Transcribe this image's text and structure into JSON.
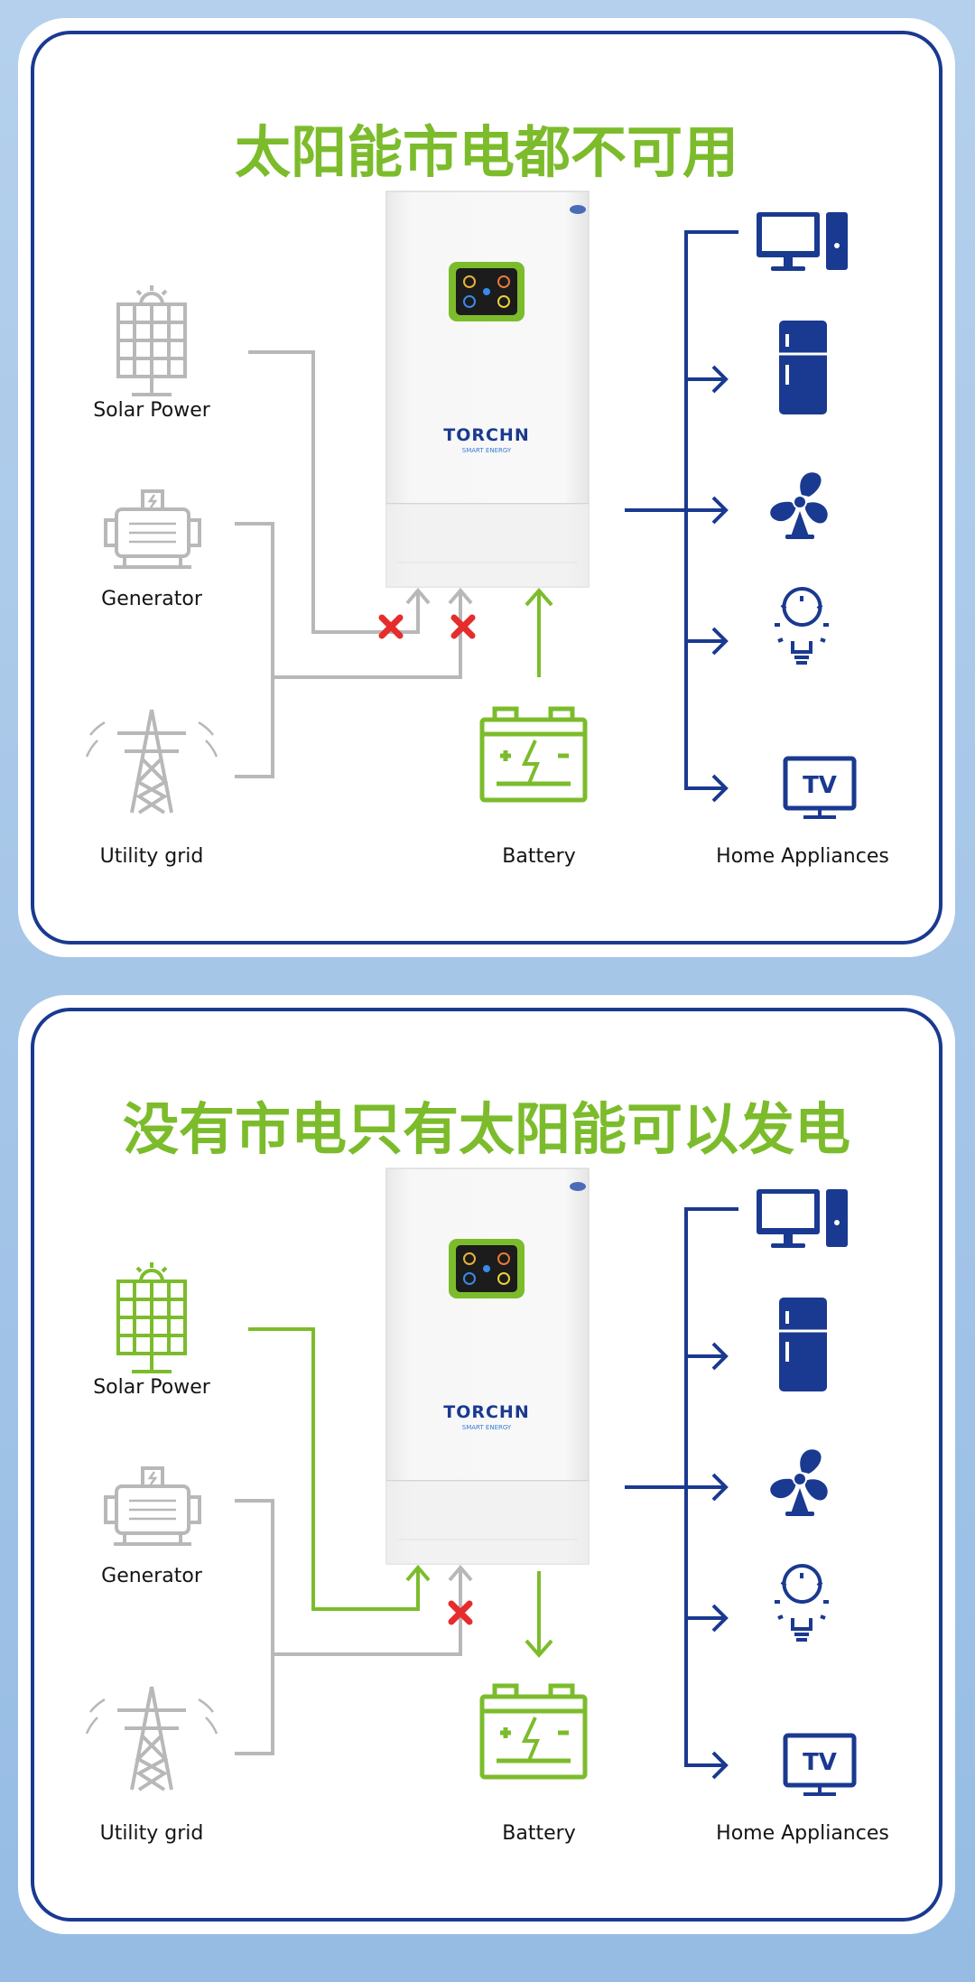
{
  "panels": [
    {
      "title": "太阳能市电都不可用",
      "labels": {
        "solar": "Solar Power",
        "generator": "Generator",
        "grid": "Utility grid",
        "battery": "Battery",
        "appliances": "Home Appliances"
      },
      "inverter": {
        "brand": "TORCHN",
        "tagline": "SMART ENERGY"
      },
      "tv_text": "TV"
    },
    {
      "title": "没有市电只有太阳能可以发电",
      "labels": {
        "solar": "Solar Power",
        "generator": "Generator",
        "grid": "Utility grid",
        "battery": "Battery",
        "appliances": "Home Appliances"
      },
      "inverter": {
        "brand": "TORCHN",
        "tagline": "SMART ENERGY"
      },
      "tv_text": "TV"
    }
  ],
  "colors": {
    "green": "#7cbc2c",
    "blue": "#1a3990",
    "gray": "#b8b8b8",
    "red": "#e52d2d"
  }
}
